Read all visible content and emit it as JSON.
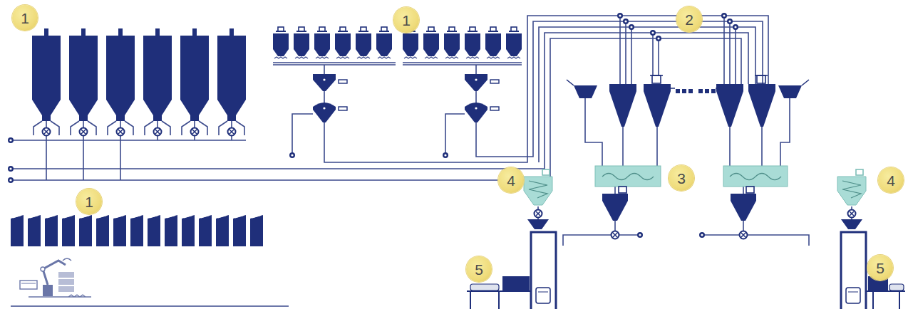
{
  "diagram": {
    "labels": [
      "1",
      "1",
      "2",
      "1",
      "4",
      "3",
      "4",
      "5",
      "5"
    ]
  }
}
